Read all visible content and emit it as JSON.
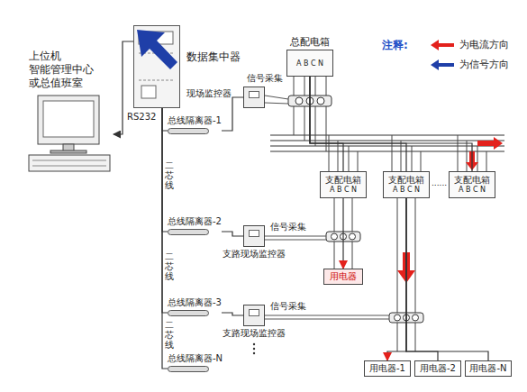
{
  "diagram": {
    "nodes": [
      {
        "text": [
          "上位机 智能管理中心 或总值班室"
        ]
      },
      {
        "text": [
          "数据集中器"
        ]
      },
      {
        "text": [
          "总配电箱",
          "A B C N"
        ]
      },
      {
        "text": [
          "现场监控器"
        ]
      },
      {
        "text": [
          "总线隔离器-1"
        ]
      },
      {
        "text": [
          "支配电箱",
          "A B C N"
        ]
      },
      {
        "text": [
          "支配电箱",
          "A B C N"
        ]
      },
      {
        "text": [
          "支配电箱",
          "A B C N"
        ]
      },
      {
        "text": [
          "总线隔离器-2"
        ]
      },
      {
        "text": [
          "支路现场监控器"
        ]
      },
      {
        "text": [
          "用电器"
        ]
      },
      {
        "text": [
          "总线隔离器-3"
        ]
      },
      {
        "text": [
          "支路现场监控器"
        ]
      },
      {
        "text": [
          "总线隔离器-N"
        ]
      },
      {
        "text": [
          "用电器-1"
        ]
      },
      {
        "text": [
          "用电器-2"
        ]
      },
      {
        "text": [
          "用电器-N"
        ]
      }
    ],
    "edges": [
      {
        "from": 1,
        "to": 0,
        "arrow": "to",
        "label": "RS232"
      },
      {
        "from": 1,
        "to": 4,
        "arrow": "none"
      },
      {
        "from": 1,
        "to": 8,
        "arrow": "none",
        "label": "二芯线"
      },
      {
        "from": 1,
        "to": 11,
        "arrow": "none",
        "label": "二芯线"
      },
      {
        "from": 1,
        "to": 13,
        "arrow": "none",
        "label": "二芯线"
      },
      {
        "from": 4,
        "to": 3,
        "arrow": "none"
      },
      {
        "from": 8,
        "to": 9,
        "arrow": "none"
      },
      {
        "from": 11,
        "to": 12,
        "arrow": "none"
      },
      {
        "from": 2,
        "to": 5,
        "arrow": "none"
      },
      {
        "from": 2,
        "to": 6,
        "arrow": "none"
      },
      {
        "from": 2,
        "to": 7,
        "arrow": "none"
      },
      {
        "from": 5,
        "to": 10,
        "arrow": "to"
      },
      {
        "from": 6,
        "to": 14,
        "arrow": "to"
      },
      {
        "from": 6,
        "to": 15,
        "arrow": "none"
      },
      {
        "from": 6,
        "to": 16,
        "arrow": "none"
      }
    ],
    "labels": [
      "注释:",
      "信号采集",
      "信号采集",
      "信号采集",
      "......"
    ],
    "legend": [
      {
        "text": "为电流方向"
      },
      {
        "text": "为信号方向"
      }
    ]
  }
}
